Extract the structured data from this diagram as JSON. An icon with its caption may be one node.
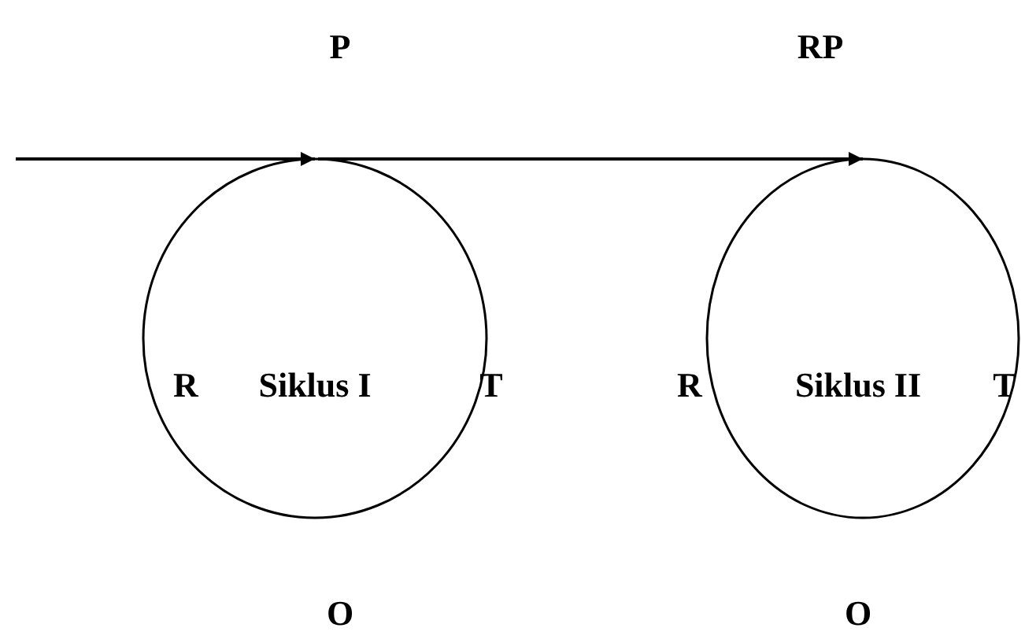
{
  "diagram": {
    "nodes": [
      {
        "text": [
          "Siklus I"
        ]
      },
      {
        "text": [
          "Siklus II"
        ]
      }
    ],
    "edges": [
      {
        "from": null,
        "to": 0,
        "arrow": "to"
      },
      {
        "from": 0,
        "to": 1,
        "arrow": "to"
      }
    ],
    "labels": [
      "P",
      "RP",
      "R",
      "T",
      "R",
      "T",
      "O",
      "O"
    ]
  }
}
